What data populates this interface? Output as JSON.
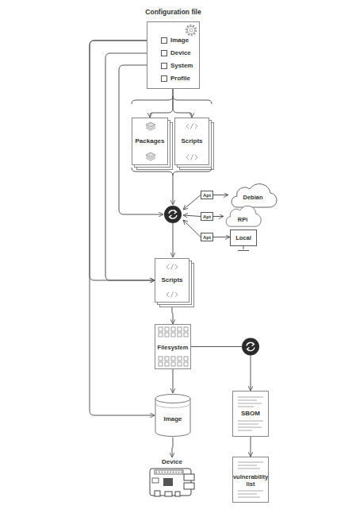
{
  "diagram": {
    "nodes": [
      {
        "text": [
          "Configuration file"
        ]
      },
      {
        "text": [
          "Image"
        ],
        "in": 0
      },
      {
        "text": [
          "Device"
        ],
        "in": 0
      },
      {
        "text": [
          "System"
        ],
        "in": 0
      },
      {
        "text": [
          "Profile"
        ],
        "in": 0
      },
      {
        "text": [
          "Packages"
        ]
      },
      {
        "text": [
          "Scripts"
        ]
      },
      {
        "text": [
          "Apt"
        ]
      },
      {
        "text": [
          "Debian"
        ]
      },
      {
        "text": [
          "Apt"
        ]
      },
      {
        "text": [
          "RPi"
        ]
      },
      {
        "text": [
          "Apt"
        ]
      },
      {
        "text": [
          "Local"
        ]
      },
      {
        "text": [
          "Scripts"
        ]
      },
      {
        "text": [
          "Filesystem"
        ]
      },
      {
        "text": [
          "Image"
        ]
      },
      {
        "text": [
          "SBOM"
        ]
      },
      {
        "text": [
          "Device"
        ]
      },
      {
        "text": [
          "vulnerability list"
        ]
      }
    ],
    "edges": [
      {
        "from": 4,
        "to": 5,
        "arrow": "to"
      },
      {
        "from": 4,
        "to": 6,
        "arrow": "to"
      },
      {
        "from": 7,
        "to": 8,
        "arrow": "to"
      },
      {
        "from": 9,
        "to": 10,
        "arrow": "to"
      },
      {
        "from": 11,
        "to": 12,
        "arrow": "to"
      },
      {
        "from": 1,
        "to": 13,
        "arrow": "to"
      },
      {
        "from": 2,
        "to": 13,
        "arrow": "to"
      },
      {
        "from": 1,
        "to": 15,
        "arrow": "to"
      },
      {
        "from": 13,
        "to": 14,
        "arrow": "to"
      },
      {
        "from": 14,
        "to": 15,
        "arrow": "to"
      },
      {
        "from": 14,
        "to": 16,
        "arrow": "to"
      },
      {
        "from": 15,
        "to": 17,
        "arrow": "to"
      },
      {
        "from": 16,
        "to": 18,
        "arrow": "to"
      }
    ]
  }
}
